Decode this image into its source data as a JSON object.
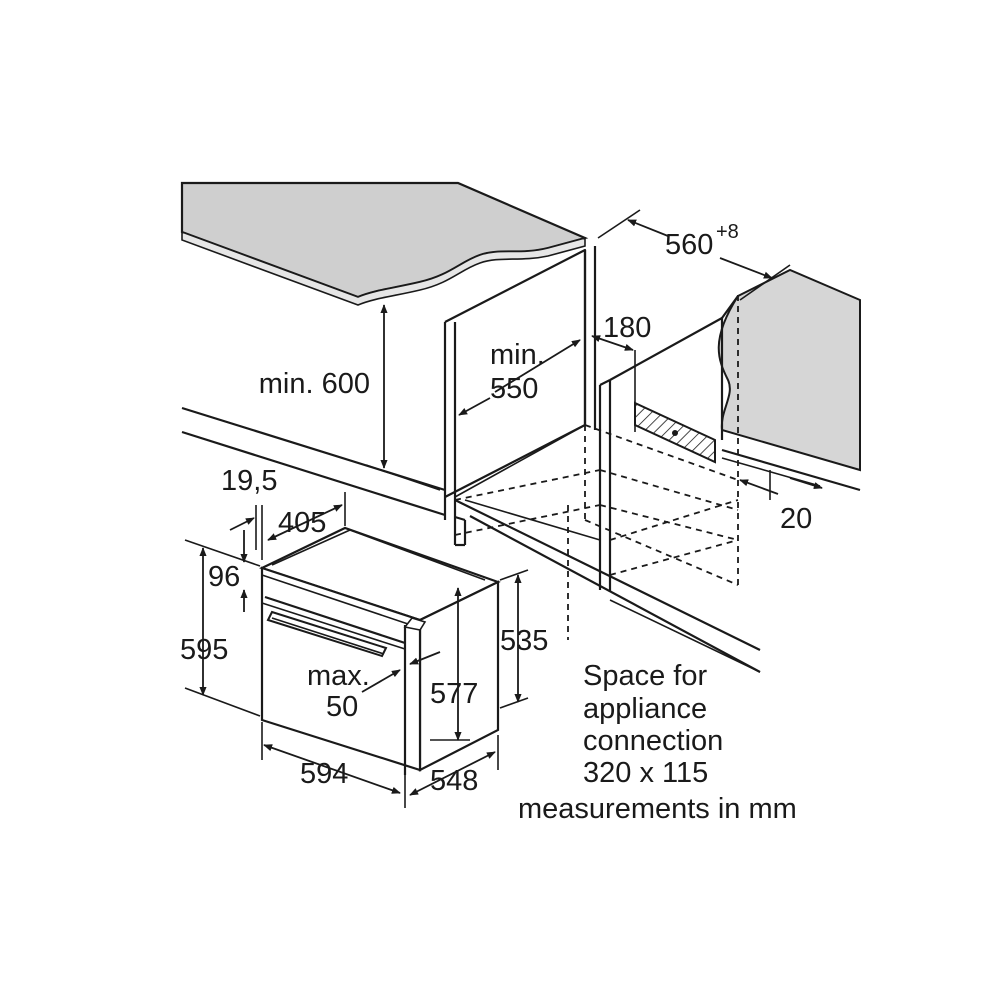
{
  "labels": {
    "min_600": "min. 600",
    "min_550_a": "min.",
    "min_550_b": "550",
    "width_560": "560",
    "width_560_tol": "+8",
    "gap_180": "180",
    "gap_20": "20",
    "d_19_5": "19,5",
    "d_405": "405",
    "d_96": "96",
    "d_595": "595",
    "d_535": "535",
    "d_577": "577",
    "d_max_a": "max.",
    "d_max_b": "50",
    "d_594": "594",
    "d_548": "548"
  },
  "notes": {
    "space_line1": "Space for",
    "space_line2": "appliance",
    "space_line3": "connection",
    "space_line4": "320 x 115",
    "units": "measurements in mm"
  },
  "colors": {
    "line": "#1a1a1a",
    "worktop": "#cfcfcf",
    "wall_panel": "#d6d6d6",
    "background": "#ffffff"
  }
}
